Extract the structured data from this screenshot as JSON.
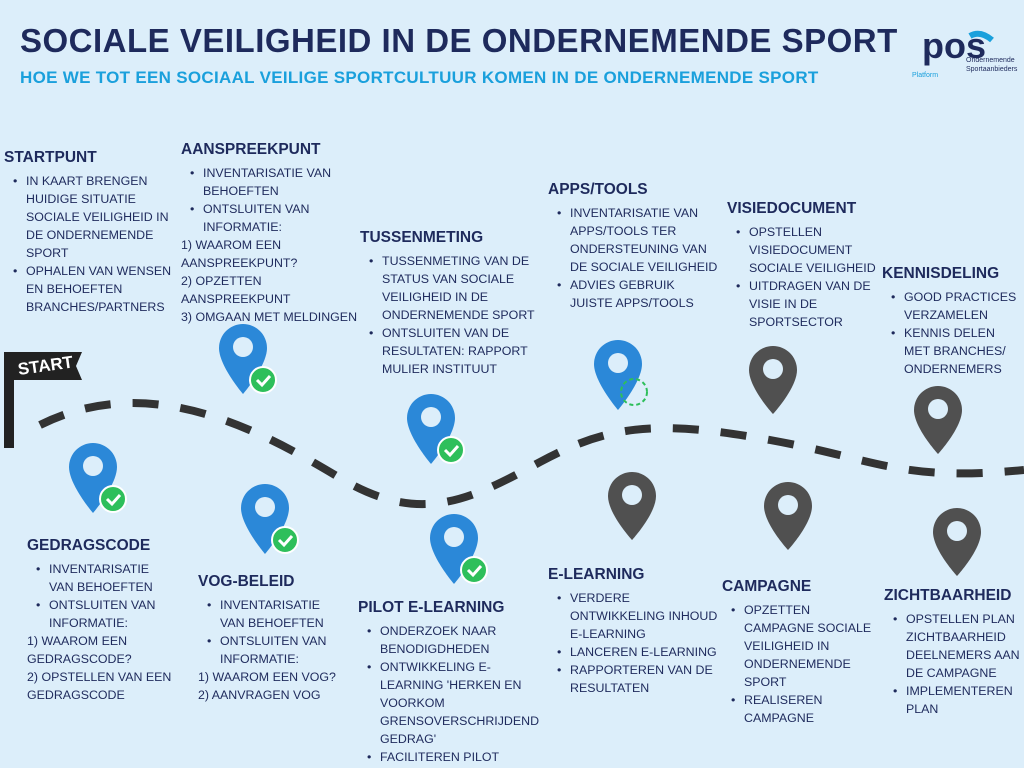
{
  "header": {
    "title": "SOCIALE VEILIGHEID IN DE ONDERNEMENDE SPORT",
    "subtitle": "HOE WE TOT EEN SOCIAAL VEILIGE SPORTCULTUUR KOMEN IN DE ONDERNEMENDE SPORT"
  },
  "logo": {
    "wordmark": "pos",
    "line1": "Ondernemende",
    "line2": "Sportaanbieders",
    "platform": "Platform"
  },
  "start_flag": {
    "label": "START"
  },
  "colors": {
    "navy": "#1e2a5c",
    "blue_pin": "#2b88d8",
    "grey_pin": "#505050",
    "check": "#2ebf5b",
    "accent": "#1aa0dc"
  },
  "milestones": [
    {
      "id": "startpunt",
      "title": "STARTPUNT",
      "status": "done",
      "bullets": [
        "IN KAART BRENGEN HUIDIGE SITUATIE SOCIALE VEILIGHEID IN DE ONDERNEMENDE SPORT",
        "OPHALEN VAN WENSEN EN BEHOEFTEN BRANCHES/PARTNERS"
      ],
      "lines": []
    },
    {
      "id": "gedragscode",
      "title": "GEDRAGSCODE",
      "status": "done",
      "bullets": [
        "INVENTARISATIE VAN BEHOEFTEN",
        "ONTSLUITEN VAN INFORMATIE:"
      ],
      "lines": [
        "1) WAAROM EEN GEDRAGSCODE?",
        "2) OPSTELLEN VAN EEN GEDRAGSCODE"
      ]
    },
    {
      "id": "aanspreekpunt",
      "title": "AANSPREEKPUNT",
      "status": "done",
      "bullets": [
        "INVENTARISATIE VAN BEHOEFTEN",
        "ONTSLUITEN VAN INFORMATIE:"
      ],
      "lines": [
        "1) WAAROM EEN AANSPREEKPUNT?",
        "2) OPZETTEN AANSPREEKPUNT",
        "3) OMGAAN MET MELDINGEN"
      ]
    },
    {
      "id": "vog",
      "title": "VOG-BELEID",
      "status": "done",
      "bullets": [
        "INVENTARISATIE VAN BEHOEFTEN",
        "ONTSLUITEN VAN INFORMATIE:"
      ],
      "lines": [
        "1) WAAROM EEN VOG?",
        "2) AANVRAGEN VOG"
      ]
    },
    {
      "id": "tussenmeting",
      "title": "TUSSENMETING",
      "status": "done",
      "bullets": [
        "TUSSENMETING VAN DE STATUS VAN SOCIALE VEILIGHEID IN DE ONDERNEMENDE SPORT",
        "ONTSLUITEN VAN DE RESULTATEN: RAPPORT MULIER INSTITUUT"
      ],
      "lines": []
    },
    {
      "id": "pilot",
      "title": "PILOT E-LEARNING",
      "status": "done",
      "bullets": [
        "ONDERZOEK NAAR BENODIGDHEDEN",
        "ONTWIKKELING E-LEARNING 'HERKEN EN VOORKOM GRENSOVERSCHRIJDEND GEDRAG'",
        "FACILITEREN PILOT"
      ],
      "lines": []
    },
    {
      "id": "apps",
      "title": "APPS/TOOLS",
      "status": "in-progress",
      "bullets": [
        "INVENTARISATIE VAN APPS/TOOLS TER ONDERSTEUNING VAN DE SOCIALE VEILIGHEID",
        "ADVIES GEBRUIK JUISTE  APPS/TOOLS"
      ],
      "lines": []
    },
    {
      "id": "elearning",
      "title": "E-LEARNING",
      "status": "todo",
      "bullets": [
        "VERDERE ONTWIKKELING INHOUD E-LEARNING",
        "LANCEREN E-LEARNING",
        "RAPPORTEREN VAN DE RESULTATEN"
      ],
      "lines": []
    },
    {
      "id": "visiedocument",
      "title": "VISIEDOCUMENT",
      "status": "todo",
      "bullets": [
        "OPSTELLEN VISIEDOCUMENT SOCIALE VEILIGHEID",
        "UITDRAGEN VAN DE VISIE IN DE SPORTSECTOR"
      ],
      "lines": []
    },
    {
      "id": "campagne",
      "title": "CAMPAGNE",
      "status": "todo",
      "bullets": [
        "OPZETTEN CAMPAGNE SOCIALE VEILIGHEID IN ONDERNEMENDE SPORT",
        "REALISEREN CAMPAGNE"
      ],
      "lines": []
    },
    {
      "id": "kennisdeling",
      "title": "KENNISDELING",
      "status": "todo",
      "bullets": [
        "GOOD PRACTICES VERZAMELEN",
        "KENNIS DELEN MET BRANCHES/ ONDERNEMERS"
      ],
      "lines": []
    },
    {
      "id": "zichtbaarheid",
      "title": "ZICHTBAARHEID",
      "status": "todo",
      "bullets": [
        "OPSTELLEN PLAN ZICHTBAARHEID DEELNEMERS AAN DE CAMPAGNE",
        "IMPLEMENTEREN PLAN"
      ],
      "lines": []
    }
  ]
}
